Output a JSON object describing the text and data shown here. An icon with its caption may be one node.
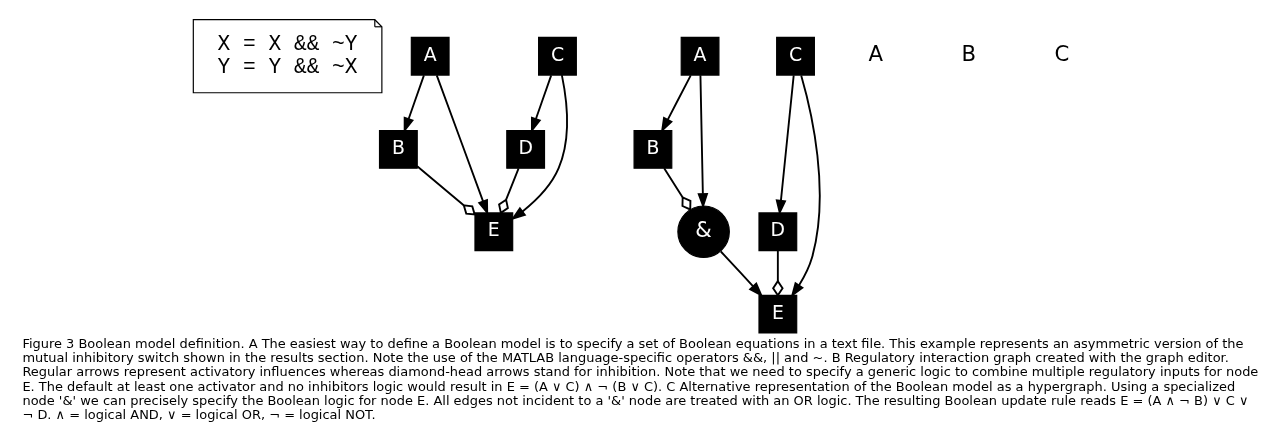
{
  "diagram": {
    "caption": "Figure 3 Boolean model definition. A The easiest way to define a Boolean model is to specify a set of Boolean equations in a text file. This example represents an asymmetric version of the mutual inhibitory switch shown in the results section. Note the use of the MATLAB language-specific operators &&, || and ~. B Regulatory interaction graph created with the graph editor. Regular arrows represent activatory influences whereas diamond-head arrows stand for inhibition. Note that we need to specify a generic logic to combine multiple regulatory inputs for node E. The default at least one activator and no inhibitors logic would result in E = (A ∨ C) ∧ ¬ (B ∨ C). C Alternative representation of the Boolean model as a hypergraph. Using a specialized node '&' we can precisely specify the Boolean logic for node E. All edges not incident to a '&' node are treated with an OR logic. The resulting Boolean update rule reads E = (A ∧ ¬ B) ∨ C ∨ ¬ D. ∧ = logical AND, ∨ = logical OR, ¬ = logical NOT.",
    "nodes": [
      {
        "text": [
          "X = X && ~Y",
          "Y = Y && ~X"
        ]
      },
      {
        "text": [
          "A"
        ]
      },
      {
        "text": [
          "B"
        ]
      },
      {
        "text": [
          "C"
        ]
      },
      {
        "text": [
          "D"
        ]
      },
      {
        "text": [
          "E"
        ]
      },
      {
        "text": [
          "A"
        ]
      },
      {
        "text": [
          "B"
        ]
      },
      {
        "text": [
          "&"
        ]
      },
      {
        "text": [
          "C"
        ]
      },
      {
        "text": [
          "D"
        ]
      },
      {
        "text": [
          "E"
        ]
      }
    ],
    "edges": [
      {
        "from": 1,
        "to": 2,
        "arrow": "to"
      },
      {
        "from": 1,
        "to": 5,
        "arrow": "to"
      },
      {
        "from": 3,
        "to": 5,
        "arrow": "to"
      },
      {
        "from": 3,
        "to": 4,
        "arrow": "to"
      },
      {
        "from": 2,
        "to": 5,
        "arrow": "other"
      },
      {
        "from": 4,
        "to": 5,
        "arrow": "other"
      },
      {
        "from": 6,
        "to": 7,
        "arrow": "to"
      },
      {
        "from": 6,
        "to": 8,
        "arrow": "to"
      },
      {
        "from": 7,
        "to": 8,
        "arrow": "other"
      },
      {
        "from": 8,
        "to": 11,
        "arrow": "to"
      },
      {
        "from": 9,
        "to": 11,
        "arrow": "to"
      },
      {
        "from": 9,
        "to": 10,
        "arrow": "to"
      },
      {
        "from": 10,
        "to": 11,
        "arrow": "other"
      }
    ],
    "labels": [
      "A",
      "B",
      "C"
    ]
  }
}
